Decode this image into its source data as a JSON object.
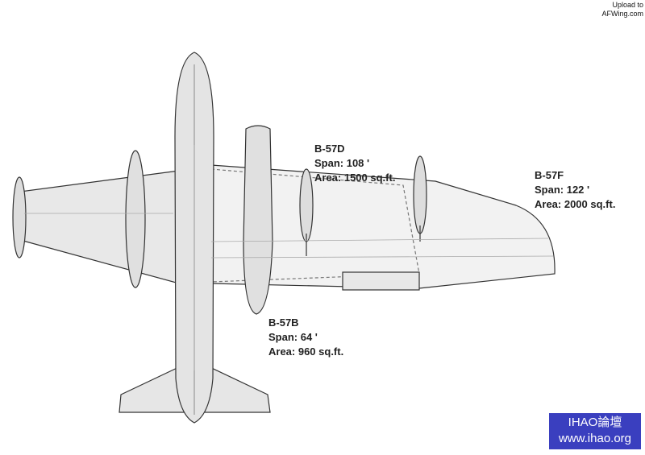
{
  "upload_note": {
    "line1": "Upload to",
    "line2": "AFWing.com"
  },
  "labels": [
    {
      "variant": "B-57D",
      "span": "Span: 108 '",
      "area": "Area: 1500 sq.ft."
    },
    {
      "variant": "B-57F",
      "span": "Span: 122 '",
      "area": "Area: 2000 sq.ft."
    },
    {
      "variant": "B-57B",
      "span": "Span: 64 '",
      "area": "Area: 960 sq.ft."
    }
  ],
  "watermark": {
    "line1": "IHAO論壇",
    "line2": "www.ihao.org",
    "color": "#3a3fbf"
  }
}
